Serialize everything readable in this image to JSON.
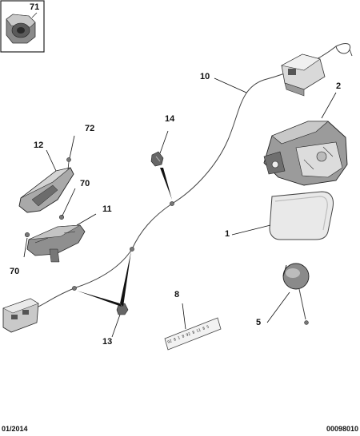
{
  "callouts": {
    "c71": "71",
    "c10": "10",
    "c2": "2",
    "c14": "14",
    "c72": "72",
    "c12": "12",
    "c70a": "70",
    "c11": "11",
    "c1": "1",
    "c70b": "70",
    "c8": "8",
    "c5": "5",
    "c13": "13"
  },
  "label_strip_text": "92 8 1 8 92 8 11 8 5",
  "footer": {
    "date": "01/2014",
    "ref": "00098010"
  }
}
